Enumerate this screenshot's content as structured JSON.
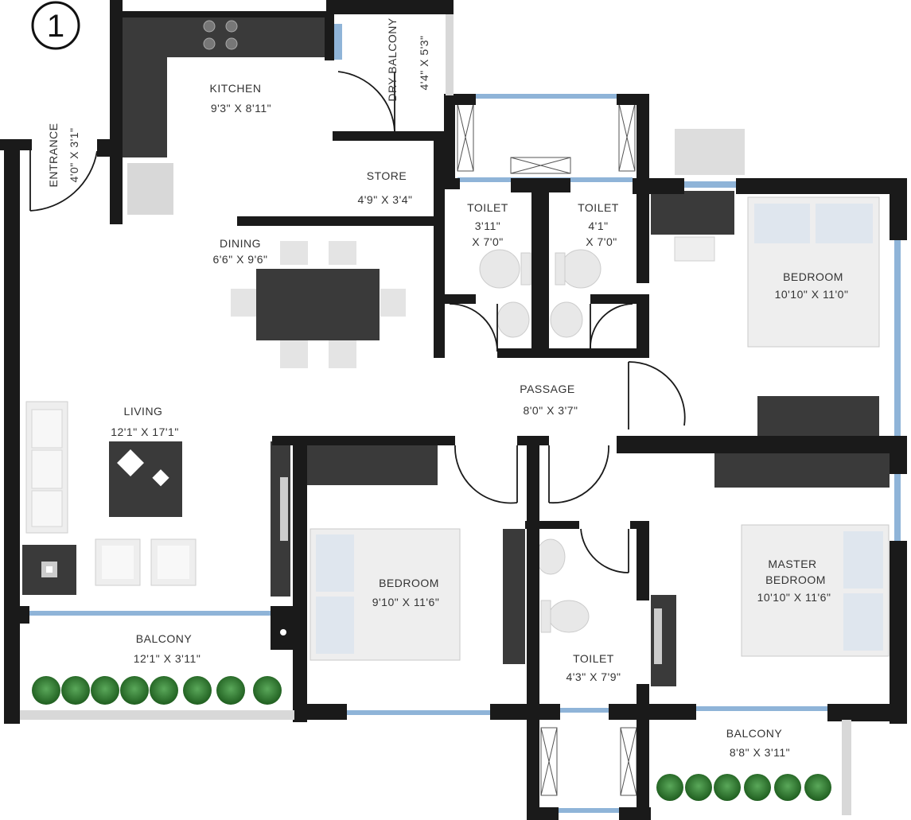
{
  "plan": {
    "unit_number": "1",
    "rooms": [
      {
        "name": "KITCHEN",
        "size": "9'3\" X 8'11\""
      },
      {
        "name": "DRY BALCONY",
        "size": "4'4\" X 5'3\""
      },
      {
        "name": "ENTRANCE",
        "size": "4'0\" X 3'1\""
      },
      {
        "name": "STORE",
        "size": "4'9\" X 3'4\""
      },
      {
        "name": "DINING",
        "size": "6'6\" X 9'6\""
      },
      {
        "name": "TOILET",
        "size_line1": "3'11\"",
        "size_line2": "X 7'0\""
      },
      {
        "name": "TOILET",
        "size_line1": "4'1\"",
        "size_line2": "X 7'0\""
      },
      {
        "name": "BEDROOM",
        "size": "10'10\" X 11'0\""
      },
      {
        "name": "PASSAGE",
        "size": "8'0\" X 3'7\""
      },
      {
        "name": "LIVING",
        "size": "12'1\" X 17'1\""
      },
      {
        "name": "BEDROOM",
        "size": "9'10\" X 11'6\""
      },
      {
        "name": "MASTER",
        "name_line2": "BEDROOM",
        "size": "10'10\" X 11'6\""
      },
      {
        "name": "TOILET",
        "size": "4'3\" X 7'9\""
      },
      {
        "name": "BALCONY",
        "size": "12'1\" X 3'11\""
      },
      {
        "name": "BALCONY",
        "size": "8'8\" X 3'11\""
      }
    ]
  },
  "colors": {
    "wall": "#1a1a1a",
    "window": "#8fb4d8",
    "furniture_dark": "#3a3a3a",
    "furniture_light": "#e4e4e4",
    "plant": "#2f7a2f",
    "text": "#333333"
  }
}
